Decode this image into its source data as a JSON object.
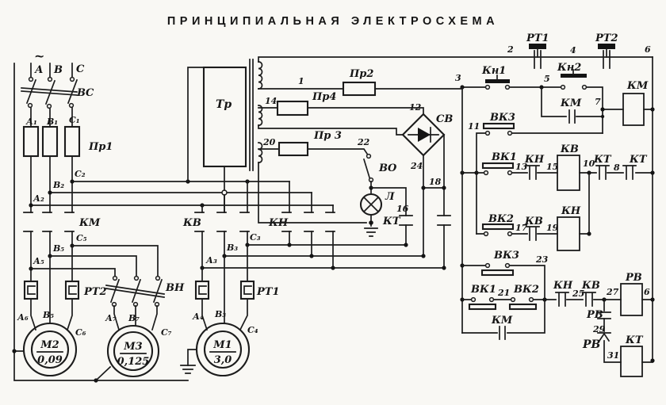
{
  "title": "ПРИНЦИПИАЛЬНАЯ ЭЛЕКТРОСХЕМА",
  "colors": {
    "ink": "#1c1c1c",
    "paper": "#f9f8f4"
  },
  "input": {
    "tilde": "~",
    "a": "А",
    "b": "В",
    "c": "С",
    "switch": "ВС",
    "a1": "А₁",
    "b1": "В₁",
    "c1": "С₁",
    "fuse": "Пр1",
    "c2": "С₂",
    "b2": "В₂",
    "a2": "А₂"
  },
  "banks": {
    "km": "КМ",
    "kv": "КВ",
    "kn": "КН"
  },
  "feeders": {
    "c5": "С₅",
    "b5": "В₅",
    "a5": "А₅",
    "rt2": "РТ2",
    "vn": "ВН",
    "c3": "С₃",
    "b3": "В₃",
    "a3": "А₃",
    "rt1": "РТ1"
  },
  "motors": {
    "m2": {
      "name": "М2",
      "power": "0,09",
      "a": "А₆",
      "b": "В₅",
      "c": "С₆"
    },
    "m3": {
      "name": "М3",
      "power": "0,125",
      "a": "А₇",
      "b": "В₇",
      "c": "С₇"
    },
    "m1": {
      "name": "М1",
      "power": "3,0",
      "a": "А₄",
      "b": "В₃",
      "c": "С₄"
    }
  },
  "transformer": {
    "name": "Тр",
    "w1": "1",
    "fuse1": "Пр2",
    "w2": "14",
    "fuse2": "Пр4",
    "w3": "20",
    "fuse3": "Пр 3"
  },
  "rectifier": {
    "n12": "12",
    "name": "СВ",
    "n24": "24",
    "n18": "18",
    "n16": "16",
    "kt": "КТ"
  },
  "lamp": {
    "n22": "22",
    "switch": "ВО",
    "name": "Л"
  },
  "control": {
    "n2": "2",
    "rt1": "РТ1",
    "n4": "4",
    "rt2": "РТ2",
    "n6": "6",
    "n3": "3",
    "kn1": "Кн1",
    "n5": "5",
    "kn2": "Кн2",
    "km_aux": "КМ",
    "n7": "7",
    "km_coil": "КМ",
    "n11": "11",
    "vk3": "ВК3",
    "vk1": "ВК1",
    "n13": "13",
    "kn_nc": "КН",
    "n15": "15",
    "kv_coil": "КВ",
    "n10": "10",
    "kt_nc1": "КТ",
    "n8": "8",
    "kt_nc2": "КТ",
    "vk2": "ВК2",
    "n17": "17",
    "kv_nc": "КВ",
    "n19": "19",
    "kn_coil": "КН",
    "vk3b": "ВК3",
    "n23": "23",
    "vk1b": "ВК1",
    "n21": "21",
    "vk2b": "ВК2",
    "kn_nc2": "КН",
    "n25": "25",
    "kv_nc2": "КВ",
    "n27": "27",
    "rv_coil": "РВ",
    "n6b": "6",
    "km_no": "КМ",
    "rv_nc": "РВ",
    "n29": "29",
    "rv_t": "РВ",
    "n31": "31",
    "kt_coil": "КТ"
  }
}
